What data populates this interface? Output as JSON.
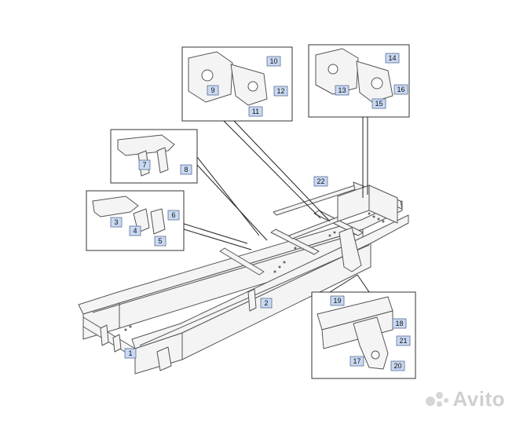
{
  "diagram": {
    "labels": {
      "l1": "1",
      "l2": "2",
      "l3": "3",
      "l4": "4",
      "l5": "5",
      "l6": "6",
      "l7": "7",
      "l8": "8",
      "l9": "9",
      "l10": "10",
      "l11": "11",
      "l12": "12",
      "l13": "13",
      "l14": "14",
      "l15": "15",
      "l16": "16",
      "l17": "17",
      "l18": "18",
      "l19": "19",
      "l20": "20",
      "l21": "21",
      "l22": "22"
    }
  },
  "watermark": {
    "text": "Avito"
  },
  "colors": {
    "label_fill": "#c9d9f2",
    "line": "#555555",
    "watermark": "#cfcfcf"
  }
}
